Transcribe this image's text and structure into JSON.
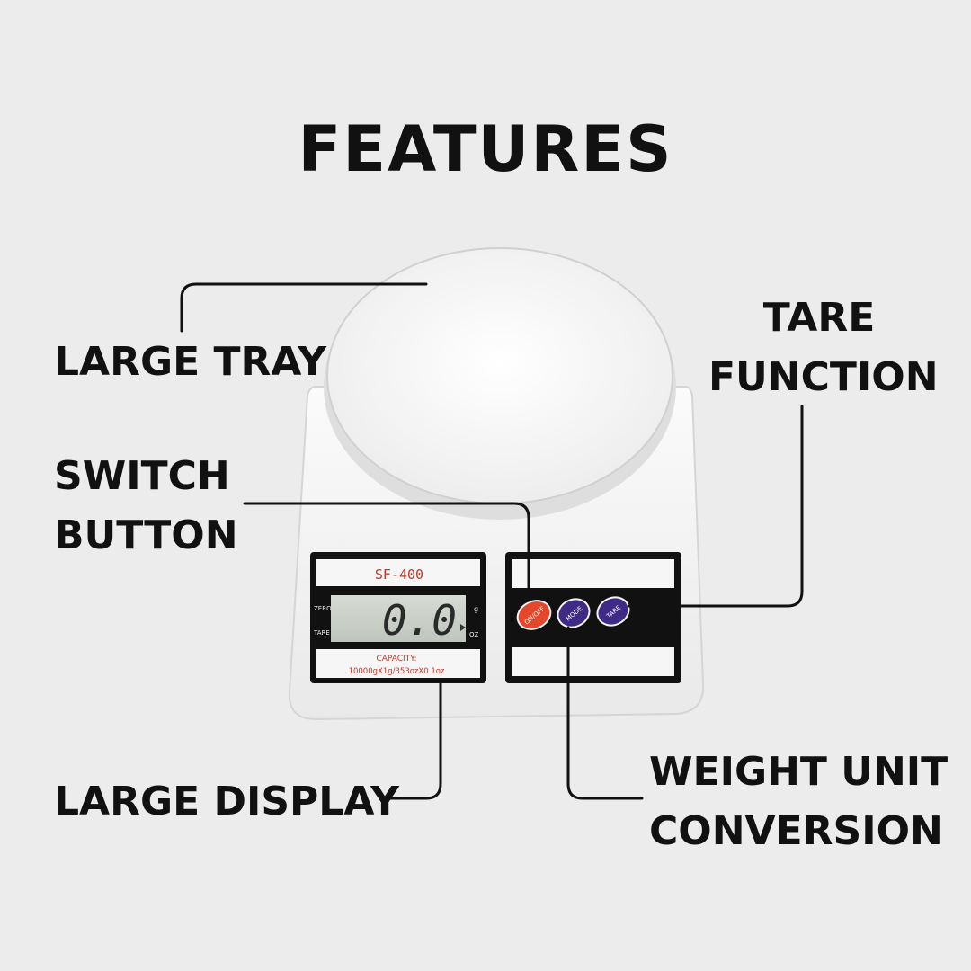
{
  "title": "FEATURES",
  "labels": {
    "large_tray": "LARGE TRAY",
    "switch_button": [
      "SWITCH",
      "BUTTON"
    ],
    "large_display": "LARGE DISPLAY",
    "tare_function": [
      "TARE",
      "FUNCTION"
    ],
    "weight_unit": [
      "WEIGHT UNIT",
      "CONVERSION"
    ]
  },
  "scale": {
    "model": "SF-400",
    "reading": "0.0",
    "left_indicators": [
      "ZERO",
      "TARE"
    ],
    "right_indicators": [
      "g",
      "OZ"
    ],
    "capacity_title": "CAPACITY:",
    "capacity_value": "10000gX1g/353ozX0.1oz",
    "buttons": [
      "ON/OFF",
      "MODE",
      "TARE"
    ]
  },
  "colors": {
    "background": "#ececec",
    "onoff_button": "#e4472b",
    "mode_button": "#3f2a86",
    "tare_button": "#3f2a86",
    "model_text": "#c0392b"
  }
}
